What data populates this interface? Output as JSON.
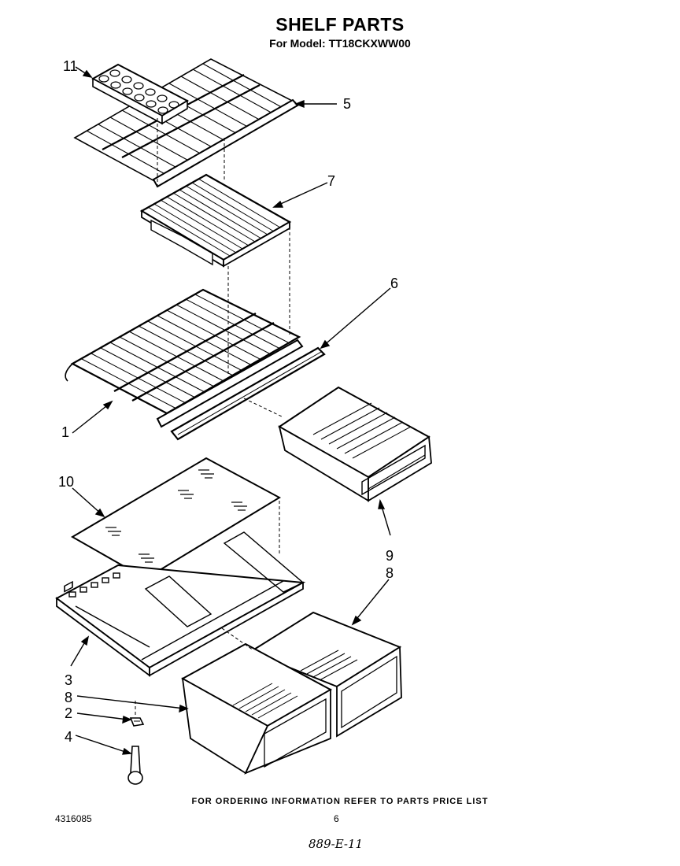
{
  "header": {
    "title": "SHELF PARTS",
    "model_line": "For Model: TT18CKXWW00"
  },
  "callouts": {
    "c11": "11",
    "c5": "5",
    "c7": "7",
    "c6": "6",
    "c1": "1",
    "c10": "10",
    "c9": "9",
    "c8_right": "8",
    "c3": "3",
    "c8_left": "8",
    "c2": "2",
    "c4": "4"
  },
  "footer": {
    "ordering_note": "FOR ORDERING INFORMATION REFER TO PARTS PRICE LIST",
    "doc_number": "4316085",
    "page_number": "6",
    "handwritten_code": "889-E-11"
  }
}
